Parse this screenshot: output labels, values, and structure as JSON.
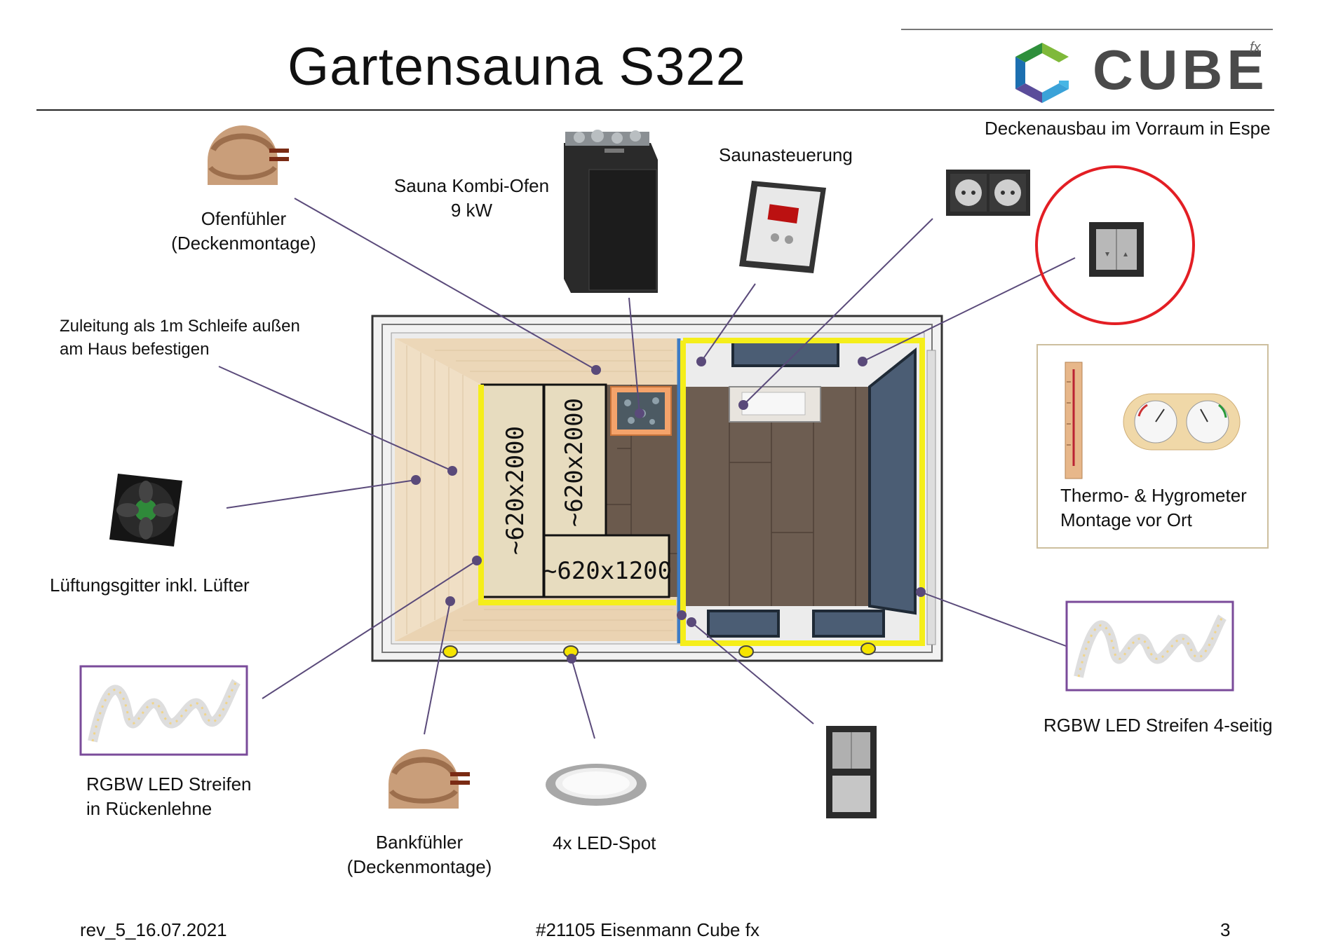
{
  "title": "Gartensauna  S322",
  "brand": {
    "name": "CUBE",
    "suffix": "fx"
  },
  "labels": {
    "ofenfuehler": [
      "Ofenfühler",
      "(Deckenmontage)"
    ],
    "ofen": [
      "Sauna Kombi-Ofen",
      "9 kW"
    ],
    "steuerung": "Saunasteuerung",
    "decke": "Deckenausbau im Vorraum in Espe",
    "zuleitung": [
      "Zuleitung als 1m Schleife außen",
      "am Haus befestigen"
    ],
    "lueftung": "Lüftungsgitter inkl. Lüfter",
    "thermo": [
      "Thermo- & Hygrometer",
      "Montage vor Ort"
    ],
    "led_back": [
      "RGBW LED Streifen",
      "in Rückenlehne"
    ],
    "bankfuehler": [
      "Bankfühler",
      "(Deckenmontage)"
    ],
    "spot": "4x LED-Spot",
    "led_room": "RGBW LED Streifen 4-seitig"
  },
  "bench_dims": [
    "~620x2000",
    "~620x2000",
    "~620x1200"
  ],
  "footer": {
    "rev": "rev_5_16.07.2021",
    "project": "#21105 Eisenmann Cube fx",
    "page": "3"
  },
  "colors": {
    "leader": "#5a4a7a",
    "highlight": "#f5ee1a",
    "door": "#3d7cc4",
    "wood_floor": "#6b5a4d",
    "circle": "#e31e24",
    "frame_box": "#7a4b9a"
  },
  "icons": [
    "sensor-icon",
    "sauna-heater-icon",
    "sauna-control-icon",
    "power-socket-icon",
    "blind-switch-icon",
    "fan-icon",
    "thermometer-icon",
    "hygrometer-icon",
    "led-strip-icon",
    "led-spot-icon",
    "light-switch-icon"
  ]
}
